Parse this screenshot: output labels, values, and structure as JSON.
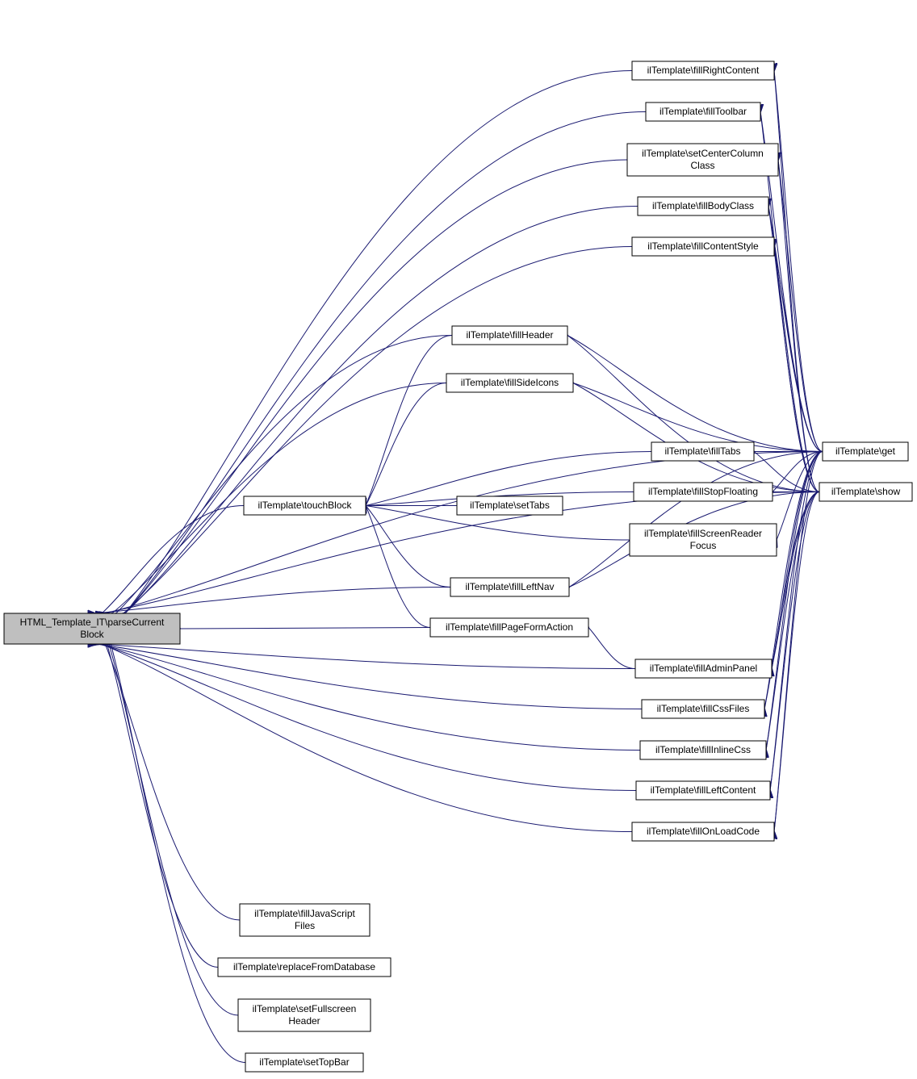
{
  "diagram": {
    "edge_color": "#191970",
    "root_fill": "#bfbfbf",
    "node_fill": "#ffffff",
    "nodes": [
      {
        "id": "root",
        "lines": [
          "HTML_Template_IT\\parseCurrent",
          "Block"
        ]
      },
      {
        "id": "fillRightContent",
        "lines": [
          "ilTemplate\\fillRightContent"
        ]
      },
      {
        "id": "fillToolbar",
        "lines": [
          "ilTemplate\\fillToolbar"
        ]
      },
      {
        "id": "setCenterColumnClass",
        "lines": [
          "ilTemplate\\setCenterColumn",
          "Class"
        ]
      },
      {
        "id": "fillBodyClass",
        "lines": [
          "ilTemplate\\fillBodyClass"
        ]
      },
      {
        "id": "fillContentStyle",
        "lines": [
          "ilTemplate\\fillContentStyle"
        ]
      },
      {
        "id": "fillHeader",
        "lines": [
          "ilTemplate\\fillHeader"
        ]
      },
      {
        "id": "fillSideIcons",
        "lines": [
          "ilTemplate\\fillSideIcons"
        ]
      },
      {
        "id": "fillTabs",
        "lines": [
          "ilTemplate\\fillTabs"
        ]
      },
      {
        "id": "touchBlock",
        "lines": [
          "ilTemplate\\touchBlock"
        ]
      },
      {
        "id": "fillStopFloating",
        "lines": [
          "ilTemplate\\fillStopFloating"
        ]
      },
      {
        "id": "setTabs",
        "lines": [
          "ilTemplate\\setTabs"
        ]
      },
      {
        "id": "fillScreenReaderFocus",
        "lines": [
          "ilTemplate\\fillScreenReader",
          "Focus"
        ]
      },
      {
        "id": "fillLeftNav",
        "lines": [
          "ilTemplate\\fillLeftNav"
        ]
      },
      {
        "id": "fillPageFormAction",
        "lines": [
          "ilTemplate\\fillPageFormAction"
        ]
      },
      {
        "id": "fillAdminPanel",
        "lines": [
          "ilTemplate\\fillAdminPanel"
        ]
      },
      {
        "id": "fillCssFiles",
        "lines": [
          "ilTemplate\\fillCssFiles"
        ]
      },
      {
        "id": "fillInlineCss",
        "lines": [
          "ilTemplate\\fillInlineCss"
        ]
      },
      {
        "id": "fillLeftContent",
        "lines": [
          "ilTemplate\\fillLeftContent"
        ]
      },
      {
        "id": "fillOnLoadCode",
        "lines": [
          "ilTemplate\\fillOnLoadCode"
        ]
      },
      {
        "id": "fillJavaScriptFiles",
        "lines": [
          "ilTemplate\\fillJavaScript",
          "Files"
        ]
      },
      {
        "id": "replaceFromDatabase",
        "lines": [
          "ilTemplate\\replaceFromDatabase"
        ]
      },
      {
        "id": "setFullscreenHeader",
        "lines": [
          "ilTemplate\\setFullscreen",
          "Header"
        ]
      },
      {
        "id": "setTopBar",
        "lines": [
          "ilTemplate\\setTopBar"
        ]
      },
      {
        "id": "get",
        "lines": [
          "ilTemplate\\get"
        ]
      },
      {
        "id": "show",
        "lines": [
          "ilTemplate\\show"
        ]
      }
    ],
    "edges": [
      {
        "from": "fillRightContent",
        "to": "root"
      },
      {
        "from": "fillToolbar",
        "to": "root"
      },
      {
        "from": "setCenterColumnClass",
        "to": "root"
      },
      {
        "from": "fillBodyClass",
        "to": "root"
      },
      {
        "from": "fillContentStyle",
        "to": "root"
      },
      {
        "from": "fillHeader",
        "to": "root"
      },
      {
        "from": "fillSideIcons",
        "to": "root"
      },
      {
        "from": "touchBlock",
        "to": "root"
      },
      {
        "from": "fillLeftNav",
        "to": "root"
      },
      {
        "from": "fillPageFormAction",
        "to": "root"
      },
      {
        "from": "fillAdminPanel",
        "to": "root"
      },
      {
        "from": "fillCssFiles",
        "to": "root"
      },
      {
        "from": "fillInlineCss",
        "to": "root"
      },
      {
        "from": "fillLeftContent",
        "to": "root"
      },
      {
        "from": "fillOnLoadCode",
        "to": "root"
      },
      {
        "from": "fillJavaScriptFiles",
        "to": "root"
      },
      {
        "from": "replaceFromDatabase",
        "to": "root"
      },
      {
        "from": "setFullscreenHeader",
        "to": "root"
      },
      {
        "from": "setTopBar",
        "to": "root"
      },
      {
        "from": "get",
        "to": "root"
      },
      {
        "from": "show",
        "to": "root"
      },
      {
        "from": "fillHeader",
        "to": "touchBlock"
      },
      {
        "from": "fillSideIcons",
        "to": "touchBlock"
      },
      {
        "from": "fillTabs",
        "to": "touchBlock"
      },
      {
        "from": "fillStopFloating",
        "to": "touchBlock"
      },
      {
        "from": "setTabs",
        "to": "touchBlock"
      },
      {
        "from": "fillScreenReaderFocus",
        "to": "touchBlock"
      },
      {
        "from": "fillLeftNav",
        "to": "touchBlock"
      },
      {
        "from": "fillPageFormAction",
        "to": "touchBlock"
      },
      {
        "from": "get",
        "to": "fillRightContent"
      },
      {
        "from": "show",
        "to": "fillRightContent"
      },
      {
        "from": "get",
        "to": "fillToolbar"
      },
      {
        "from": "show",
        "to": "fillToolbar"
      },
      {
        "from": "get",
        "to": "setCenterColumnClass"
      },
      {
        "from": "show",
        "to": "setCenterColumnClass"
      },
      {
        "from": "get",
        "to": "fillBodyClass"
      },
      {
        "from": "show",
        "to": "fillBodyClass"
      },
      {
        "from": "get",
        "to": "fillContentStyle"
      },
      {
        "from": "show",
        "to": "fillContentStyle"
      },
      {
        "from": "get",
        "to": "fillHeader"
      },
      {
        "from": "show",
        "to": "fillHeader"
      },
      {
        "from": "get",
        "to": "fillSideIcons"
      },
      {
        "from": "show",
        "to": "fillSideIcons"
      },
      {
        "from": "get",
        "to": "fillTabs"
      },
      {
        "from": "show",
        "to": "fillTabs"
      },
      {
        "from": "get",
        "to": "fillStopFloating"
      },
      {
        "from": "show",
        "to": "fillStopFloating"
      },
      {
        "from": "get",
        "to": "fillScreenReaderFocus"
      },
      {
        "from": "get",
        "to": "fillLeftNav"
      },
      {
        "from": "show",
        "to": "fillLeftNav"
      },
      {
        "from": "fillAdminPanel",
        "to": "fillPageFormAction"
      },
      {
        "from": "get",
        "to": "fillAdminPanel"
      },
      {
        "from": "show",
        "to": "fillAdminPanel"
      },
      {
        "from": "get",
        "to": "fillCssFiles"
      },
      {
        "from": "show",
        "to": "fillCssFiles"
      },
      {
        "from": "get",
        "to": "fillInlineCss"
      },
      {
        "from": "show",
        "to": "fillInlineCss"
      },
      {
        "from": "get",
        "to": "fillLeftContent"
      },
      {
        "from": "show",
        "to": "fillLeftContent"
      },
      {
        "from": "get",
        "to": "fillOnLoadCode"
      },
      {
        "from": "show",
        "to": "fillOnLoadCode"
      }
    ]
  }
}
